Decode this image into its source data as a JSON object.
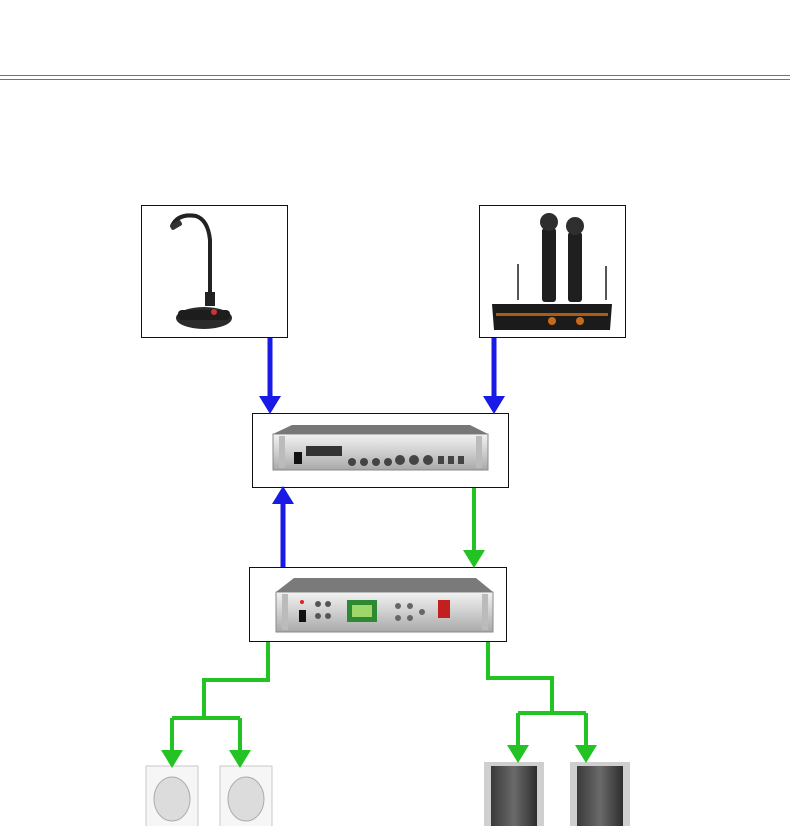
{
  "diagram": {
    "devices": [
      {
        "id": "gooseneck-microphone",
        "icon": "gooseneck-microphone-icon"
      },
      {
        "id": "wireless-microphone-set",
        "icon": "wireless-microphone-icon"
      },
      {
        "id": "preamplifier-mixer",
        "icon": "mixer-rack-icon"
      },
      {
        "id": "power-amplifier",
        "icon": "amplifier-rack-icon"
      },
      {
        "id": "wall-speakers",
        "icon": "wall-speaker-icon"
      },
      {
        "id": "column-speakers",
        "icon": "column-speaker-icon"
      }
    ],
    "connections": [
      {
        "from": "gooseneck-microphone",
        "to": "preamplifier-mixer",
        "color": "#1a1ae6"
      },
      {
        "from": "wireless-microphone-set",
        "to": "preamplifier-mixer",
        "color": "#1a1ae6"
      },
      {
        "from": "power-amplifier",
        "to": "preamplifier-mixer",
        "color": "#1a1ae6"
      },
      {
        "from": "preamplifier-mixer",
        "to": "power-amplifier",
        "color": "#22c322"
      },
      {
        "from": "power-amplifier",
        "to": "wall-speakers",
        "color": "#22c322"
      },
      {
        "from": "power-amplifier",
        "to": "column-speakers",
        "color": "#22c322"
      }
    ],
    "colors": {
      "input_signal": "#1a1ae6",
      "output_signal": "#22c322",
      "header_rule": "#3b7fc4"
    }
  }
}
